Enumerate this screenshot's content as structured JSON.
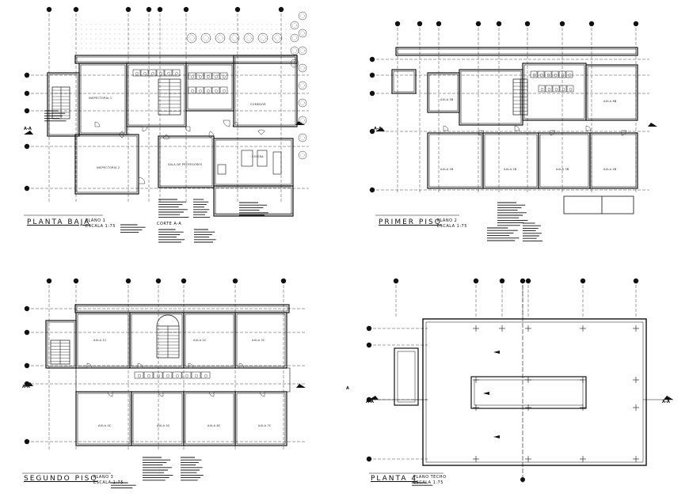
{
  "sheet": {
    "plans": [
      {
        "id": "planta-baja",
        "title": "PLANTA BAJA",
        "sub1": "PLANO 1",
        "sub2": "ESCALA 1:75"
      },
      {
        "id": "primer-piso",
        "title": "PRIMER PISO",
        "sub1": "PLANO 2",
        "sub2": "ESCALA 1:75"
      },
      {
        "id": "segundo-piso",
        "title": "SEGUNDO PISO",
        "sub1": "PLANO 3",
        "sub2": "ESCALA 1:75"
      },
      {
        "id": "planta-4",
        "title": "PLANTA 4",
        "sub1": "PLANO TECHO",
        "sub2": "ESCALA 1:75"
      }
    ],
    "rooms_baja": [
      "INSPECTORIA 1",
      "INSPECTORIA 2",
      "SALA DE PROFESORES",
      "COCINA",
      "COMEDOR"
    ],
    "rooms_primer": [
      "AULA 1B",
      "AULA 2B",
      "AULA 3B",
      "AULA 4B",
      "AULA 5B",
      "AULA 6B"
    ],
    "rooms_segundo": [
      "AULA 1C",
      "AULA 2C",
      "AULA 3C",
      "AULA 4C",
      "AULA 5C",
      "AULA 6C",
      "AULA 7C"
    ],
    "cut_label": "A",
    "cut_label_long": "A-A",
    "corte_label": "CORTE A-A",
    "colors": {
      "line": "#111111",
      "thin": "#333333",
      "paper": "#ffffff"
    }
  }
}
